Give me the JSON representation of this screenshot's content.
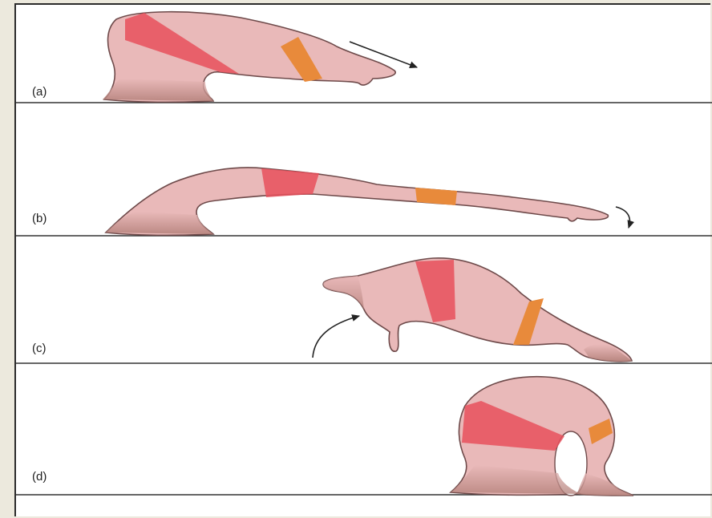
{
  "panels": [
    {
      "label": "(a)"
    },
    {
      "label": "(b)"
    },
    {
      "label": "(c)"
    },
    {
      "label": "(d)"
    }
  ],
  "colors": {
    "body": "#e9b9b9",
    "body_edge": "#6e4a4a",
    "muscle_red": "#e7505c",
    "muscle_orange": "#e88a3b",
    "foot": "#c79a92",
    "ground": "#333333",
    "arrow": "#222222"
  }
}
